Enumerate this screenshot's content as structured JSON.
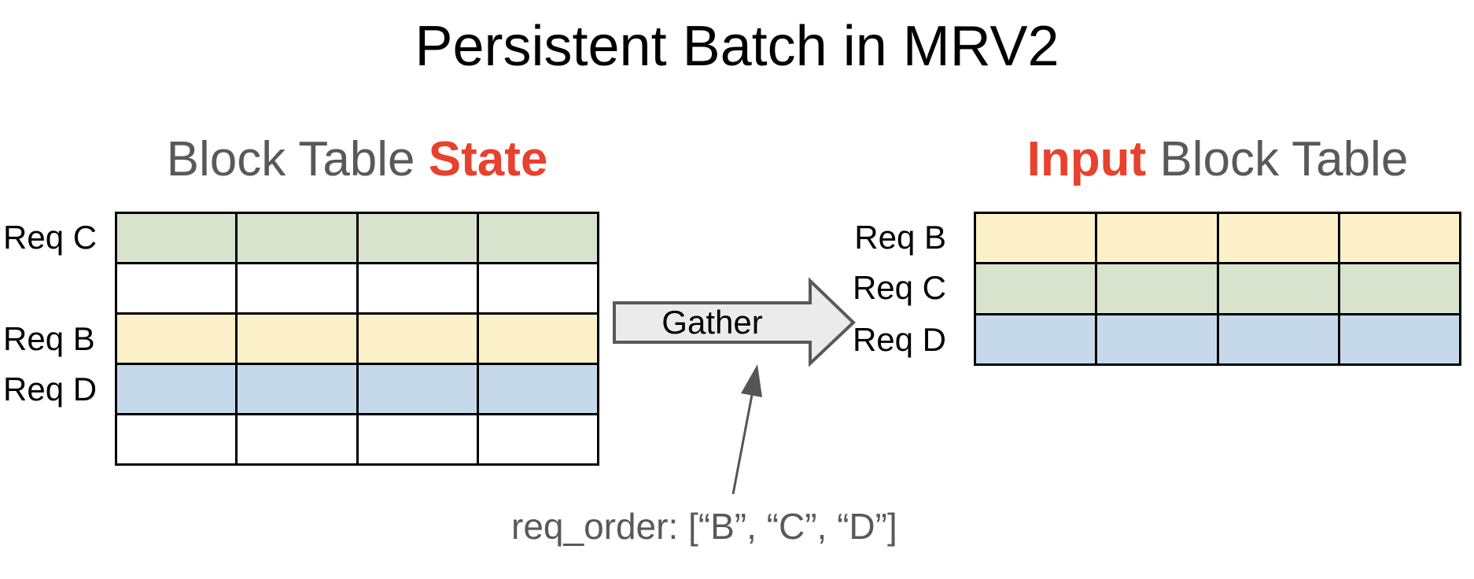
{
  "title": "Persistent Batch in MRV2",
  "left_panel": {
    "heading": {
      "prefix": "Block Table ",
      "emphasis": "State"
    },
    "table": {
      "rows": 5,
      "cols": 4,
      "row_colors": [
        "green",
        "white",
        "yellow",
        "blue",
        "white"
      ]
    },
    "row_labels": [
      "Req C",
      "Req B",
      "Req D"
    ]
  },
  "right_panel": {
    "heading": {
      "emphasis": "Input",
      "suffix": " Block Table"
    },
    "table": {
      "rows": 3,
      "cols": 4,
      "row_colors": [
        "yellow",
        "green",
        "blue"
      ]
    },
    "row_labels": [
      "Req B",
      "Req C",
      "Req D"
    ]
  },
  "gather": {
    "label": "Gather"
  },
  "annotation": {
    "text": "req_order: [“B”, “C”, “D”]"
  },
  "colors": {
    "green": "#d7e3cd",
    "yellow": "#fcf0c8",
    "blue": "#c6d9eb",
    "white": "#ffffff",
    "table-border": "#000000",
    "gray-text": "#595959",
    "red-accent": "#e8412d",
    "arrow-fill": "#ebebeb",
    "arrow-stroke": "#595959",
    "pointer-color": "#555555"
  }
}
